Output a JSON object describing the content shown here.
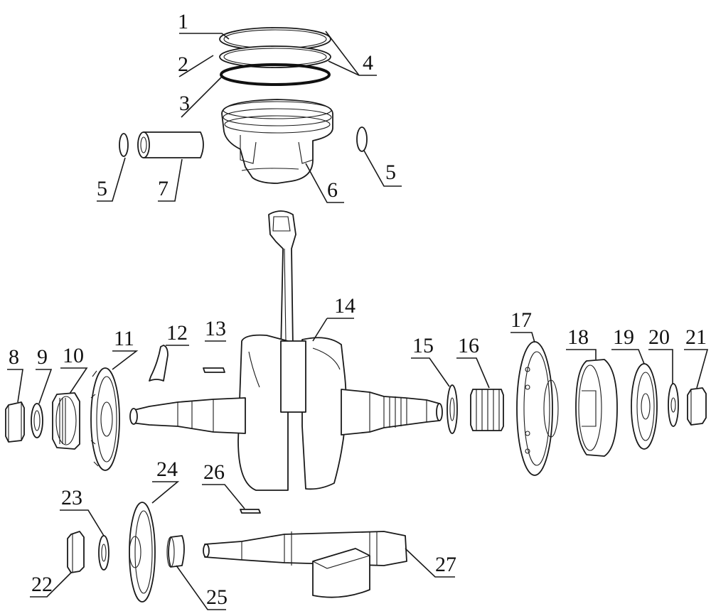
{
  "diagram": {
    "colors": {
      "line": "#1a1a1a",
      "background": "#ffffff"
    },
    "labels": [
      {
        "id": "l1",
        "text": "1"
      },
      {
        "id": "l2",
        "text": "2"
      },
      {
        "id": "l3",
        "text": "3"
      },
      {
        "id": "l4",
        "text": "4"
      },
      {
        "id": "l5a",
        "text": "5"
      },
      {
        "id": "l5b",
        "text": "5"
      },
      {
        "id": "l6",
        "text": "6"
      },
      {
        "id": "l7",
        "text": "7"
      },
      {
        "id": "l8",
        "text": "8"
      },
      {
        "id": "l9",
        "text": "9"
      },
      {
        "id": "l10",
        "text": "10"
      },
      {
        "id": "l11",
        "text": "11"
      },
      {
        "id": "l12",
        "text": "12"
      },
      {
        "id": "l13",
        "text": "13"
      },
      {
        "id": "l14",
        "text": "14"
      },
      {
        "id": "l15",
        "text": "15"
      },
      {
        "id": "l16",
        "text": "16"
      },
      {
        "id": "l17",
        "text": "17"
      },
      {
        "id": "l18",
        "text": "18"
      },
      {
        "id": "l19",
        "text": "19"
      },
      {
        "id": "l20",
        "text": "20"
      },
      {
        "id": "l21",
        "text": "21"
      },
      {
        "id": "l22",
        "text": "22"
      },
      {
        "id": "l23",
        "text": "23"
      },
      {
        "id": "l24",
        "text": "24"
      },
      {
        "id": "l25",
        "text": "25"
      },
      {
        "id": "l26",
        "text": "26"
      },
      {
        "id": "l27",
        "text": "27"
      }
    ]
  }
}
